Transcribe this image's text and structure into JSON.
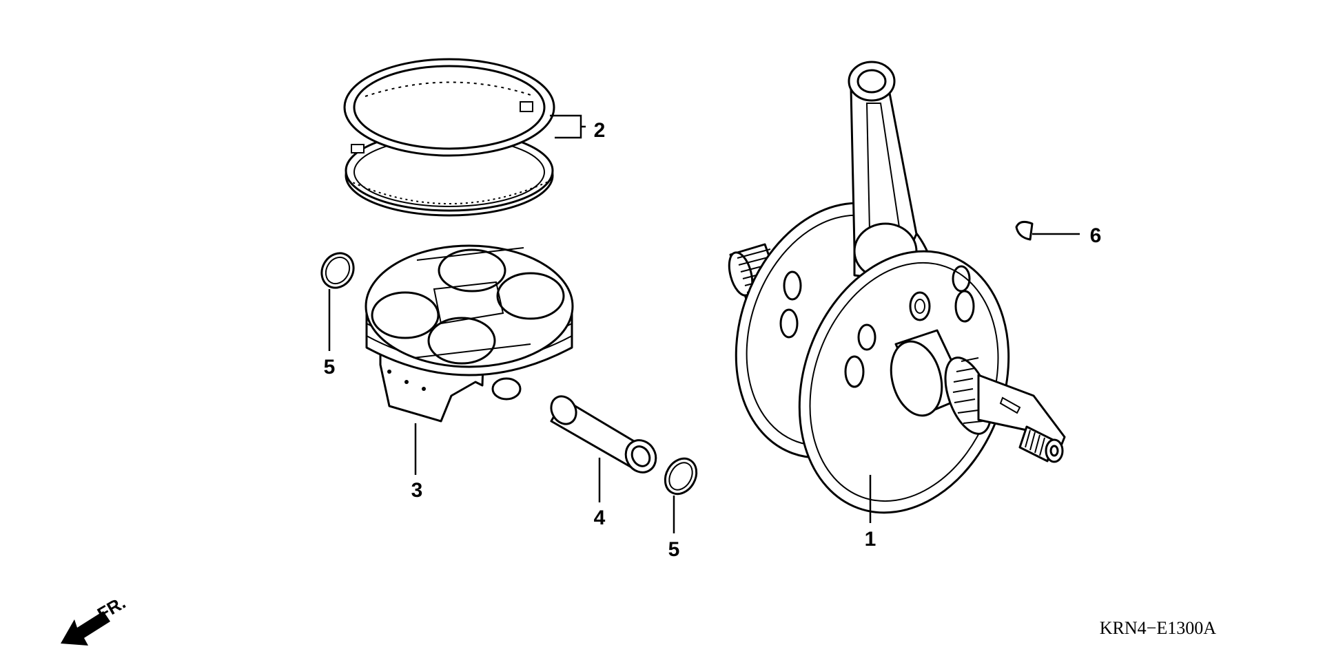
{
  "diagram": {
    "parts": [
      {
        "ref": "1",
        "component": "crankshaft"
      },
      {
        "ref": "2",
        "component": "piston-ring-set"
      },
      {
        "ref": "3",
        "component": "piston"
      },
      {
        "ref": "4",
        "component": "piston-pin"
      },
      {
        "ref": "5",
        "component": "piston-pin-clip"
      },
      {
        "ref": "6",
        "component": "woodruff-key"
      }
    ],
    "callouts": {
      "crankshaft": "1",
      "rings": "2",
      "piston": "3",
      "pin": "4",
      "clip_left": "5",
      "clip_right": "5",
      "key": "6"
    },
    "direction_marker": "FR.",
    "drawing_code": "KRN4−E1300A",
    "colors": {
      "line": "#000000",
      "background": "#ffffff"
    }
  }
}
